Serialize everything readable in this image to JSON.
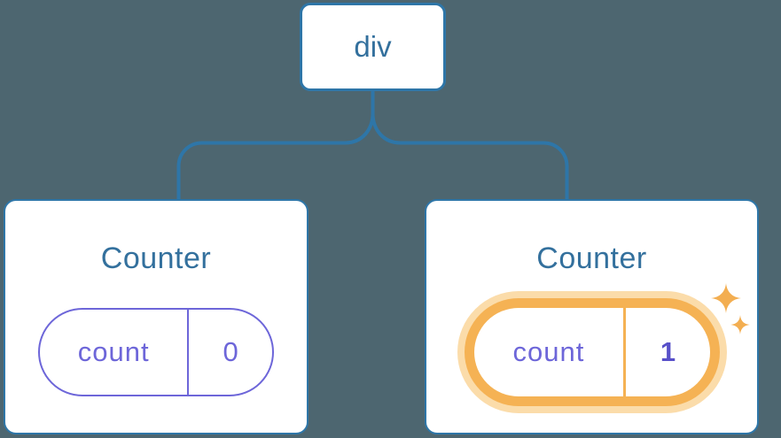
{
  "diagram": {
    "root": {
      "label": "div"
    },
    "children": [
      {
        "title": "Counter",
        "state": {
          "key": "count",
          "value": "0"
        },
        "highlighted": false
      },
      {
        "title": "Counter",
        "state": {
          "key": "count",
          "value": "1"
        },
        "highlighted": true
      }
    ]
  },
  "colors": {
    "background": "#4d6670",
    "connector_blue": "#2e76a8",
    "node_text_blue": "#33709d",
    "card_background": "#ffffff",
    "state_purple": "#6d66d9",
    "value_bold_purple": "#5850c9",
    "highlight_orange": "#f5b254",
    "highlight_halo": "#fbdcaa",
    "sparkle_orange": "#f3ae51"
  }
}
